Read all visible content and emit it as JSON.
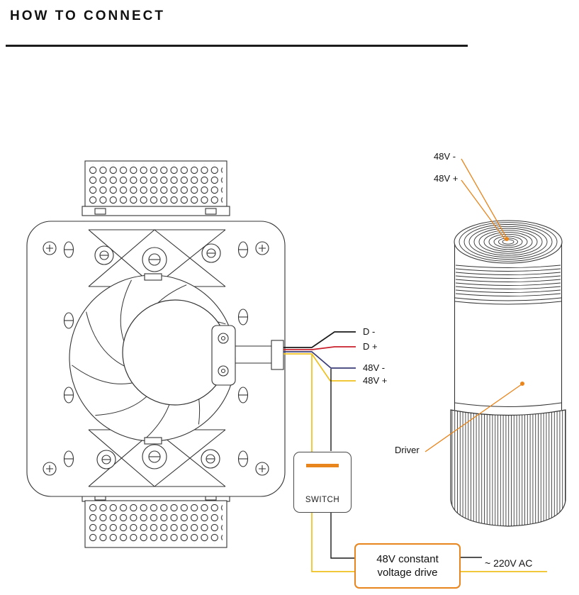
{
  "title": "HOW TO CONNECT",
  "fan_wires": {
    "d_minus": "D -",
    "d_plus": "D +",
    "v48_minus": "48V -",
    "v48_plus": "48V +"
  },
  "driver": {
    "v48_minus_label": "48V -",
    "v48_plus_label": "48V +",
    "name_label": "Driver"
  },
  "switch_box": {
    "label": "SWITCH"
  },
  "psu_box": {
    "line1": "48V constant",
    "line2": "voltage drive"
  },
  "mains_label": "~ 220V AC",
  "colors": {
    "accent_orange": "#E8851C",
    "wire_black": "#1A1A1A",
    "wire_red": "#C9202C",
    "wire_navy": "#3A3C78",
    "wire_yellow": "#EFC11F",
    "drawing_line": "#333333"
  }
}
